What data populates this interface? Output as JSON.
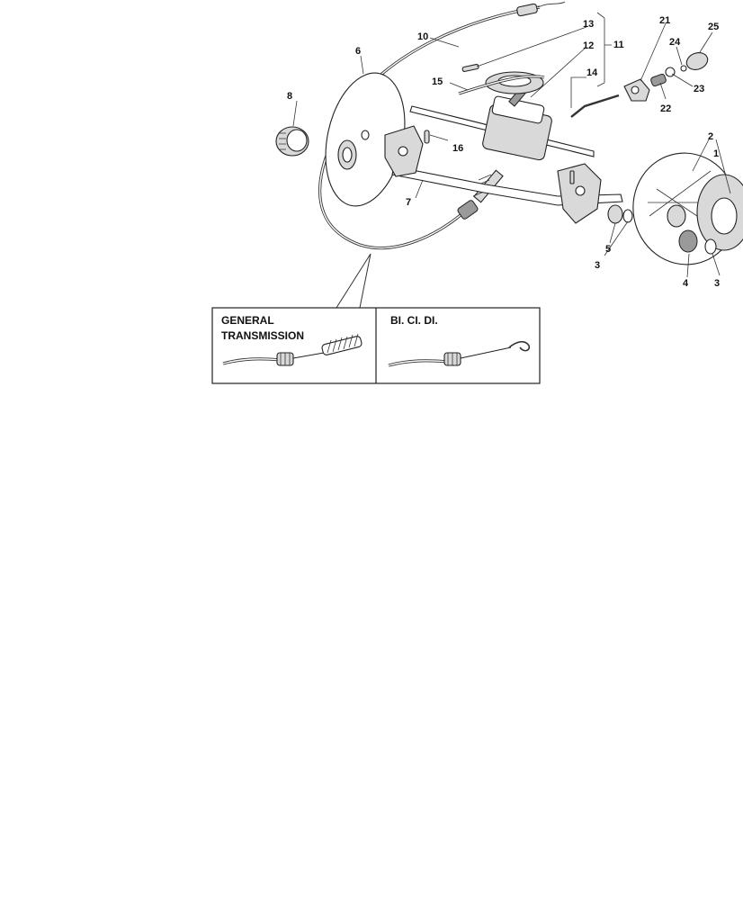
{
  "colors": {
    "line": "#222222",
    "fill_light": "#d9d9d9",
    "fill_dark": "#9a9a9a",
    "background": "#ffffff"
  },
  "callouts": {
    "c1": "1",
    "c2": "2",
    "c3a": "3",
    "c3b": "3",
    "c4": "4",
    "c5": "5",
    "c6": "6",
    "c7": "7",
    "c8": "8",
    "c10": "10",
    "c11": "11",
    "c12": "12",
    "c13": "13",
    "c14": "14",
    "c15": "15",
    "c16": "16",
    "c21": "21",
    "c22": "22",
    "c23": "23",
    "c24": "24",
    "c25": "25"
  },
  "inset": {
    "left_title_line1": "GENERAL",
    "left_title_line2": "TRANSMISSION",
    "right_title": "BI. CI. DI."
  }
}
